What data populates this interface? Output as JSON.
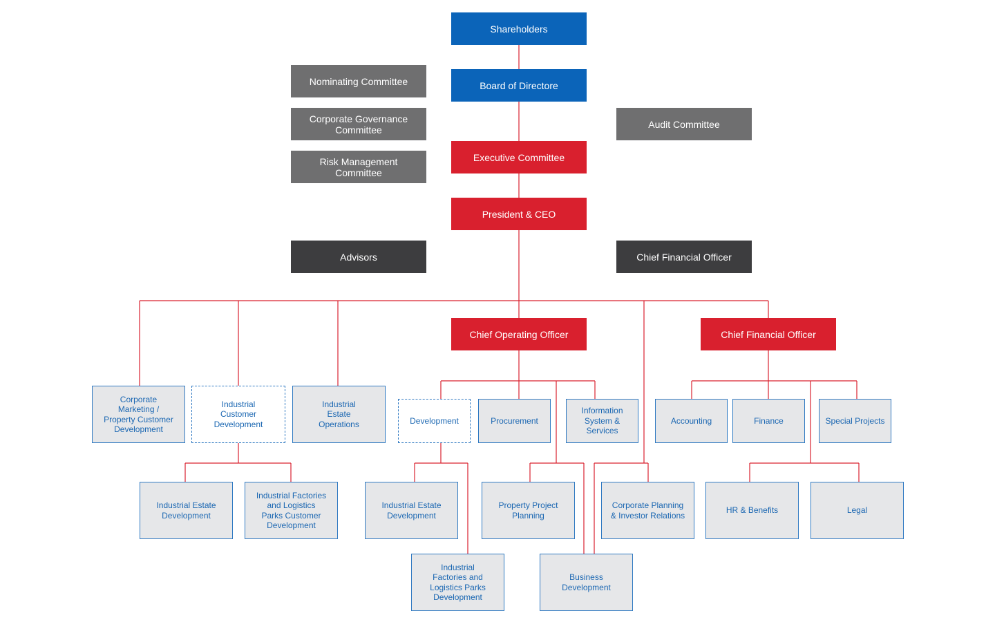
{
  "colors": {
    "governance_blue": "#0b64b9",
    "executive_red": "#d9202e",
    "committee_gray": "#6f6f70",
    "advisor_dark": "#3d3d3f",
    "unit_fill": "#e6e7e9",
    "unit_border": "#2f79c2",
    "connector_red": "#d9202e"
  },
  "nodes": {
    "shareholders": "Shareholders",
    "board": "Board of Directore",
    "nominating": "Nominating Committee",
    "corp_gov": "Corporate Governance\nCommittee",
    "risk": "Risk Management\nCommittee",
    "audit": "Audit Committee",
    "executive": "Executive Committee",
    "ceo": "President & CEO",
    "advisors": "Advisors",
    "cfo_staff": "Chief Financial Officer",
    "coo": "Chief Operating Officer",
    "cfo": "Chief Financial Officer",
    "corp_marketing": "Corporate\nMarketing /\nProperty Customer\nDevelopment",
    "ind_customer_dev": "Industrial\nCustomer\nDevelopment",
    "ind_estate_ops": "Industrial\nEstate\nOperations",
    "development": "Development",
    "procurement": "Procurement",
    "info_systems": "Information\nSystem &\nServices",
    "accounting": "Accounting",
    "finance": "Finance",
    "special_projects": "Special Projects",
    "ind_estate_dev_a": "Industrial Estate\nDevelopment",
    "ind_factories_cust": "Industrial Factories\nand Logistics\nParks Customer\nDevelopment",
    "ind_estate_dev_b": "Industrial Estate\nDevelopment",
    "property_planning": "Property Project\nPlanning",
    "corp_planning": "Corporate Planning\n& Investor Relations",
    "hr": "HR & Benefits",
    "legal": "Legal",
    "ind_factories_dev": "Industrial\nFactories and\nLogistics Parks\nDevelopment",
    "business_dev": "Business\nDevelopment"
  }
}
